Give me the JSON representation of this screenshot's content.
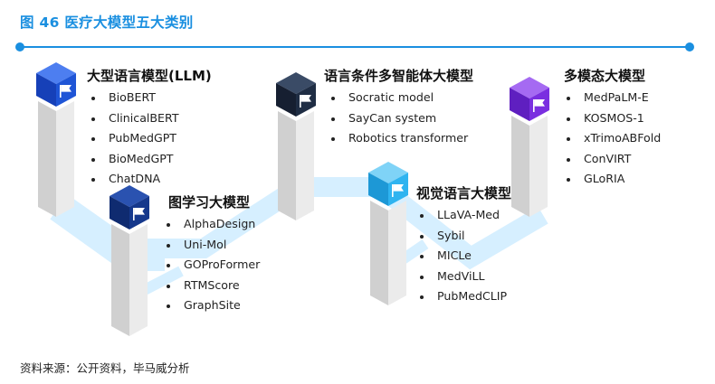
{
  "title": "图 46 医疗大模型五大类别",
  "source": "资料来源：公开资料，毕马威分析",
  "colors": {
    "accent": "#1a8fe0",
    "path": "#d6efff",
    "pillar": "#e4e4e4",
    "cube_llm": "#1f55d6",
    "cube_graph": "#15388c",
    "cube_multiagent": "#1f2d44",
    "cube_vision": "#2fb4f0",
    "cube_multimodal": "#7a2fe0"
  },
  "groups": [
    {
      "id": "llm",
      "name": "大型语言模型(LLM)",
      "icon": "flag-icon",
      "items": [
        "BioBERT",
        "ClinicalBERT",
        "PubMedGPT",
        "BioMedGPT",
        "ChatDNA"
      ]
    },
    {
      "id": "graph",
      "name": "图学习大模型",
      "icon": "flag-icon",
      "items": [
        "AlphaDesign",
        "Uni-Mol",
        "GOProFormer",
        "RTMScore",
        "GraphSite"
      ]
    },
    {
      "id": "multiagent",
      "name": "语言条件多智能体大模型",
      "icon": "flag-icon",
      "items": [
        "Socratic model",
        "SayCan system",
        "Robotics transformer"
      ]
    },
    {
      "id": "vision",
      "name": "视觉语言大模型",
      "icon": "flag-icon",
      "items": [
        "LLaVA-Med",
        "Sybil",
        "MICLe",
        "MedViLL",
        "PubMedCLIP"
      ]
    },
    {
      "id": "multimodal",
      "name": "多模态大模型",
      "icon": "flag-icon",
      "items": [
        "MedPaLM-E",
        "KOSMOS-1",
        "xTrimoABFold",
        "ConVIRT",
        "GLoRIA"
      ]
    }
  ]
}
